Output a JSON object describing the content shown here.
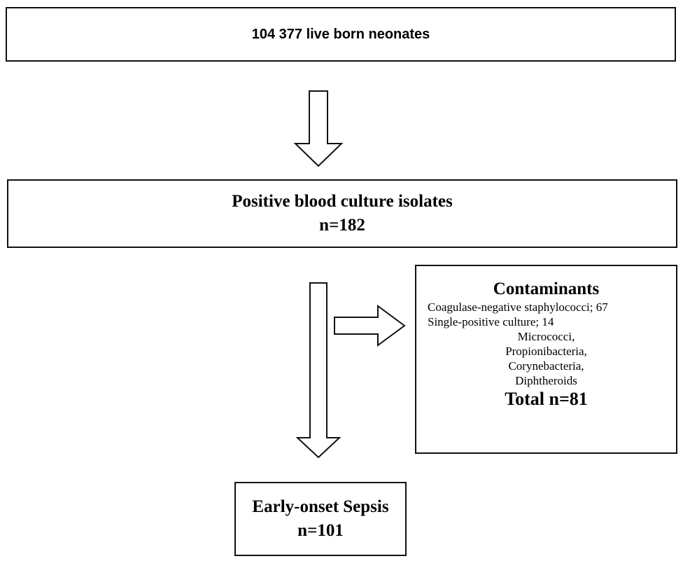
{
  "boxes": {
    "live_born": {
      "text": "104 377 live born neonates"
    },
    "positive": {
      "title": "Positive blood culture isolates",
      "count": "n=182"
    },
    "contaminants": {
      "title": "Contaminants",
      "lines": [
        "Coagulase-negative staphylococci; 67",
        "Single-positive culture; 14",
        "Micrococci,",
        "Propionibacteria,",
        "Corynebacteria,",
        "Diphtheroids"
      ],
      "total": "Total n=81"
    },
    "sepsis": {
      "title": "Early-onset Sepsis",
      "count": "n=101"
    }
  },
  "colors": {
    "stroke": "#111111",
    "fill": "#ffffff"
  }
}
